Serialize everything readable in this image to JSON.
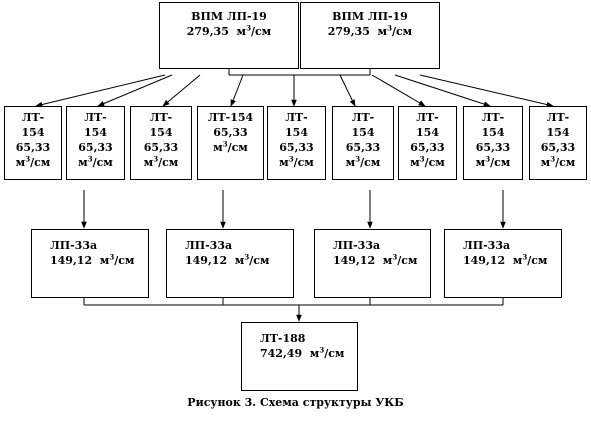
{
  "top_boxes": [
    {
      "line1": "ВПМ   ЛП-19",
      "value": "279,35",
      "unit": "м",
      "unit_sup": "3",
      "unit_tail": "/см"
    },
    {
      "line1": "ВПМ   ЛП-19",
      "value": "279,35",
      "unit": "м",
      "unit_sup": "3",
      "unit_tail": "/см"
    }
  ],
  "mid_boxes": [
    {
      "name_a": "ЛТ-",
      "name_b": "154",
      "value": "65,33",
      "unit": "м",
      "unit_sup": "3",
      "unit_tail": "/см"
    },
    {
      "name_a": "ЛТ-",
      "name_b": "154",
      "value": "65,33",
      "unit": "м",
      "unit_sup": "3",
      "unit_tail": "/см"
    },
    {
      "name_a": "ЛТ-",
      "name_b": "154",
      "value": "65,33",
      "unit": "м",
      "unit_sup": "3",
      "unit_tail": "/см"
    },
    {
      "name_a": "ЛТ-154",
      "name_b": "",
      "value": "65,33",
      "unit": "м",
      "unit_sup": "3",
      "unit_tail": "/см"
    },
    {
      "name_a": "ЛТ-",
      "name_b": "154",
      "value": "65,33",
      "unit": "м",
      "unit_sup": "3",
      "unit_tail": "/см"
    },
    {
      "name_a": "ЛТ-",
      "name_b": "154",
      "value": "65,33",
      "unit": "м",
      "unit_sup": "3",
      "unit_tail": "/см"
    },
    {
      "name_a": "ЛТ-",
      "name_b": "154",
      "value": "65,33",
      "unit": "м",
      "unit_sup": "3",
      "unit_tail": "/см"
    },
    {
      "name_a": "ЛТ-",
      "name_b": "154",
      "value": "65,33",
      "unit": "м",
      "unit_sup": "3",
      "unit_tail": "/см"
    },
    {
      "name_a": "ЛТ-",
      "name_b": "154",
      "value": "65,33",
      "unit": "м",
      "unit_sup": "3",
      "unit_tail": "/см"
    }
  ],
  "lower_boxes": [
    {
      "name": "ЛП-33а",
      "value": "149,12",
      "unit": "м",
      "unit_sup": "3",
      "unit_tail": "/см"
    },
    {
      "name": "ЛП-33а",
      "value": "149,12",
      "unit": "м",
      "unit_sup": "3",
      "unit_tail": "/см"
    },
    {
      "name": "ЛП-33а",
      "value": "149,12",
      "unit": "м",
      "unit_sup": "3",
      "unit_tail": "/см"
    },
    {
      "name": "ЛП-33а",
      "value": "149,12",
      "unit": "м",
      "unit_sup": "3",
      "unit_tail": "/см"
    }
  ],
  "bottom_box": {
    "name": "ЛТ-188",
    "value": "742,49",
    "unit": "м",
    "unit_sup": "3",
    "unit_tail": "/см"
  },
  "caption": "Рисунок 3. Схема структуры УКБ"
}
